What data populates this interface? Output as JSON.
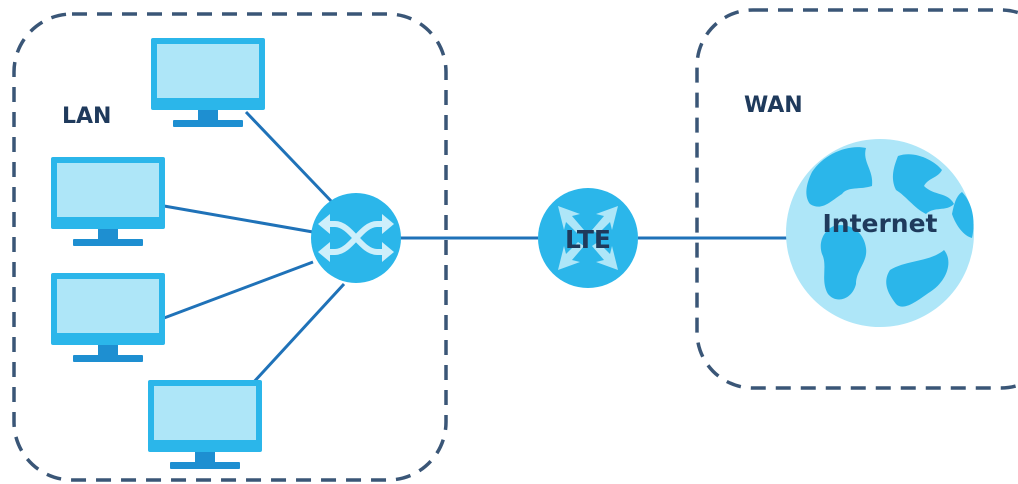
{
  "zones": {
    "lan_label": "LAN",
    "wan_label": "WAN"
  },
  "nodes": {
    "lte_label": "LTE",
    "internet_label": "Internet",
    "switch_icon": "switch-icon",
    "computer_icon": "computer-icon",
    "globe_icon": "globe-icon"
  },
  "colors": {
    "zone_border": "#3a5677",
    "link": "#1f72b8",
    "device": "#2bb6ea",
    "device_screen": "#aee6f8",
    "globe": "#aee6f8",
    "text": "#1f3a5c"
  }
}
